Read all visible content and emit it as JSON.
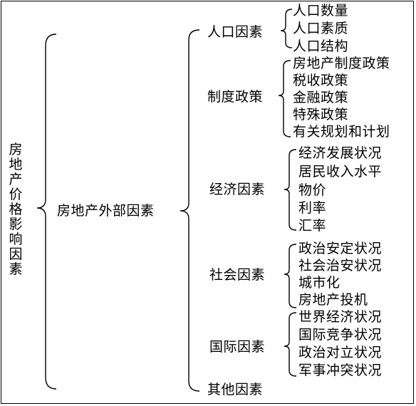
{
  "root": "房地产价格影响因素",
  "level1": "房地产外部因素",
  "groups": [
    {
      "name": "人口因素",
      "items": [
        "人口数量",
        "人口素质",
        "人口结构"
      ]
    },
    {
      "name": "制度政策",
      "items": [
        "房地产制度政策",
        "税收政策",
        "金融政策",
        "特殊政策",
        "有关规划和计划"
      ]
    },
    {
      "name": "经济因素",
      "items": [
        "经济发展状况",
        "居民收入水平",
        "物价",
        "利率",
        "汇率"
      ]
    },
    {
      "name": "社会因素",
      "items": [
        "政治安定状况",
        "社会治安状况",
        "城市化",
        "房地产投机"
      ]
    },
    {
      "name": "国际因素",
      "items": [
        "世界经济状况",
        "国际竞争状况",
        "政治对立状况",
        "军事冲突状况"
      ]
    },
    {
      "name": "其他因素",
      "items": []
    }
  ]
}
